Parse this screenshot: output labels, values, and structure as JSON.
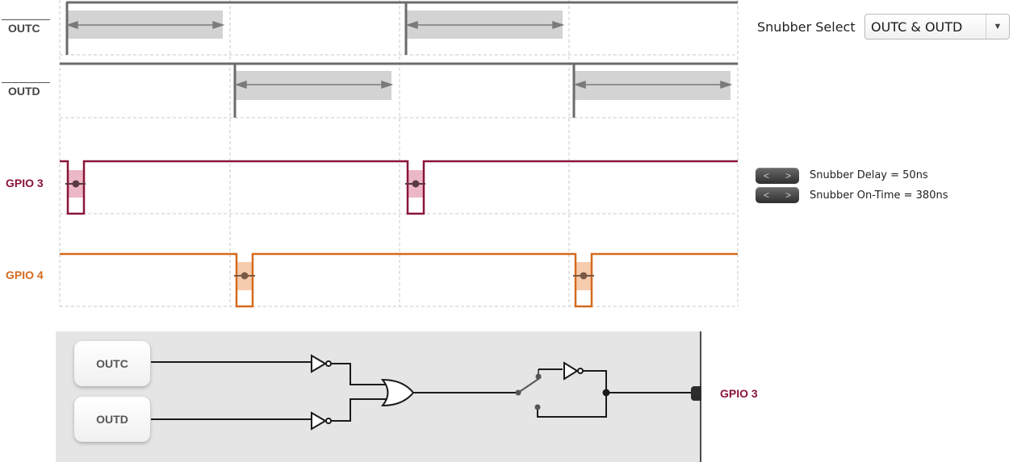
{
  "signals": {
    "outc": "OUTC",
    "outd": "OUTD",
    "gpio3": "GPIO 3",
    "gpio4": "GPIO 4"
  },
  "snubber_select": {
    "label": "Snubber Select",
    "value": "OUTC & OUTD",
    "arrow_icon": "chevron-down-icon"
  },
  "params": {
    "delay_text": "Snubber Delay = 50ns",
    "ontime_text": "Snubber On-Time = 380ns",
    "stepper_left": "<",
    "stepper_right": ">"
  },
  "schematic": {
    "input_outc": "OUTC",
    "input_outd": "OUTD",
    "output_label": "GPIO 3"
  },
  "colors": {
    "gpio3": "#8a1538",
    "gpio4": "#d46a1e",
    "pwm_line": "#6b6b6b",
    "pulse_fill": "#d3d3d3",
    "grid": "#c8c8c8",
    "schematic_bg": "#e5e5e5"
  }
}
